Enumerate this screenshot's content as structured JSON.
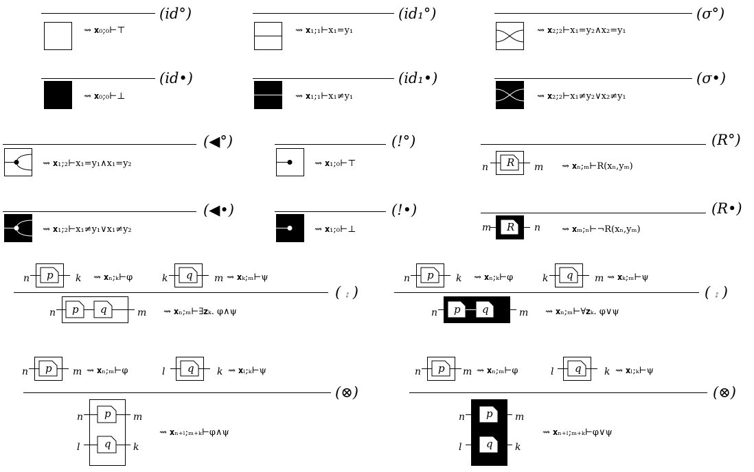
{
  "rules": {
    "id_white": {
      "formula": "⇝ 𝐱₀;₀⊢⊤",
      "name": "(id°)"
    },
    "id1_white": {
      "formula": "⇝ 𝐱₁;₁⊢x₁=y₁",
      "name": "(id₁°)"
    },
    "sigma_white": {
      "formula": "⇝ 𝐱₂;₂⊢x₁=y₂∧x₂=y₁",
      "name": "(σ°)"
    },
    "id_black": {
      "formula": "⇝ 𝐱₀;₀⊢⊥",
      "name": "(id•)"
    },
    "id1_black": {
      "formula": "⇝ 𝐱₁;₁⊢x₁≠y₁",
      "name": "(id₁•)"
    },
    "sigma_black": {
      "formula": "⇝ 𝐱₂;₂⊢x₁≠y₂∨x₂≠y₁",
      "name": "(σ•)"
    },
    "copy_white": {
      "formula": "⇝ 𝐱₁;₂⊢x₁=y₁∧x₁=y₂",
      "name": "(◀°)"
    },
    "disc_white": {
      "formula": "⇝ 𝐱₁;₀⊢⊤",
      "name": "(!°)"
    },
    "R_white": {
      "formula": "⇝ 𝐱ₙ;ₘ⊢R(xₙ,yₘ)",
      "name": "(R°)",
      "box": "R",
      "left": "n",
      "right": "m"
    },
    "copy_black": {
      "formula": "⇝ 𝐱₁;₂⊢x₁≠y₁∨x₁≠y₂",
      "name": "(◀•)"
    },
    "disc_black": {
      "formula": "⇝ 𝐱₁;₀⊢⊥",
      "name": "(!•)"
    },
    "R_black": {
      "formula": "⇝ 𝐱ₘ;ₙ⊢¬R(xₙ,yₘ)",
      "name": "(R•)",
      "box": "R",
      "left": "m",
      "right": "n"
    },
    "seq_white": {
      "p1_left": "n",
      "p1_box": "p",
      "p1_right": "k",
      "p1_formula": "⇝ 𝐱ₙ;ₖ⊢φ",
      "p2_left": "k",
      "p2_box": "q",
      "p2_right": "m",
      "p2_formula": "⇝ 𝐱ₖ;ₘ⊢ψ",
      "c_left": "n",
      "c_box1": "p",
      "c_box2": "q",
      "c_right": "m",
      "c_formula": "⇝ 𝐱ₙ;ₘ⊢∃𝐳ₖ. φ∧ψ",
      "name": "( ⨾ )"
    },
    "seq_black": {
      "p1_left": "n",
      "p1_box": "p",
      "p1_right": "k",
      "p1_formula": "⇝ 𝐱ₙ;ₖ⊢φ",
      "p2_left": "k",
      "p2_box": "q",
      "p2_right": "m",
      "p2_formula": "⇝ 𝐱ₖ;ₘ⊢ψ",
      "c_left": "n",
      "c_box1": "p",
      "c_box2": "q",
      "c_right": "m",
      "c_formula": "⇝ 𝐱ₙ;ₘ⊢∀𝐳ₖ. φ∨ψ",
      "name": "( ⨾ )"
    },
    "tensor_white": {
      "p1_left": "n",
      "p1_box": "p",
      "p1_right": "m",
      "p1_formula": "⇝ 𝐱ₙ;ₘ⊢φ",
      "p2_left": "l",
      "p2_box": "q",
      "p2_right": "k",
      "p2_formula": "⇝ 𝐱ₗ;ₖ⊢ψ",
      "c_top_left": "n",
      "c_top_right": "m",
      "c_bot_left": "l",
      "c_bot_right": "k",
      "c_box1": "p",
      "c_box2": "q",
      "c_formula": "⇝ 𝐱ₙ₊ₗ;ₘ₊ₖ⊢φ∧ψ",
      "name": "(⊗)"
    },
    "tensor_black": {
      "p1_left": "n",
      "p1_box": "p",
      "p1_right": "m",
      "p1_formula": "⇝ 𝐱ₙ;ₘ⊢φ",
      "p2_left": "l",
      "p2_box": "q",
      "p2_right": "k",
      "p2_formula": "⇝ 𝐱ₗ;ₖ⊢ψ",
      "c_top_left": "n",
      "c_top_right": "m",
      "c_bot_left": "l",
      "c_bot_right": "k",
      "c_box1": "p",
      "c_box2": "q",
      "c_formula": "⇝ 𝐱ₙ₊ₗ;ₘ₊ₖ⊢φ∨ψ",
      "name": "(⊗)"
    }
  }
}
